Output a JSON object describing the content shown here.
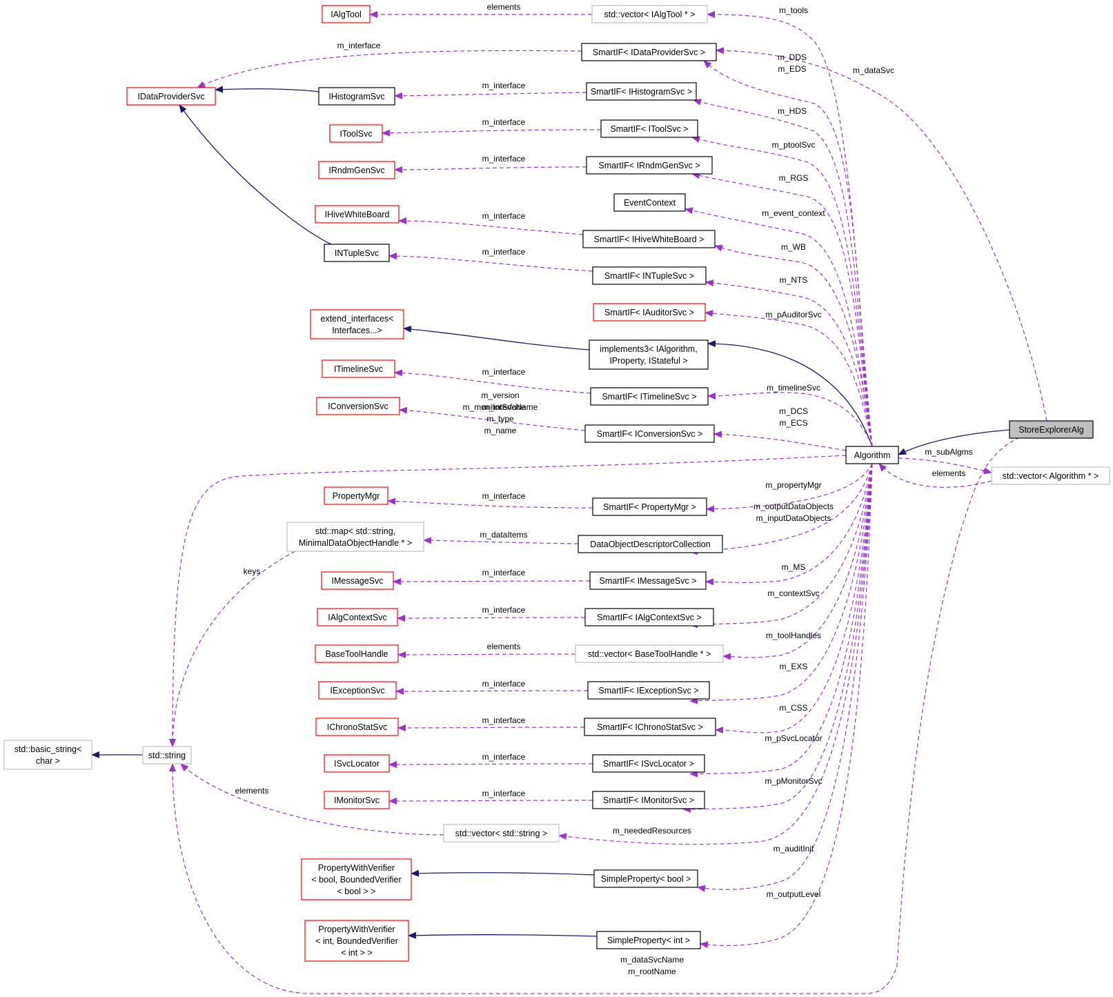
{
  "colors": {
    "red_border": "#ff0000",
    "gray_border": "#bfbfbf",
    "black_border": "#000000",
    "focus_fill": "#bfbfbf",
    "inheritance": "#191970",
    "usage": "#9a32cd"
  },
  "nodes": [
    {
      "id": "IAlgTool",
      "lines": [
        "IAlgTool"
      ],
      "border": "red"
    },
    {
      "id": "vecIAlgTool",
      "lines": [
        "std::vector< IAlgTool * >"
      ],
      "border": "gray"
    },
    {
      "id": "SmartIDP",
      "lines": [
        "SmartIF< IDataProviderSvc >"
      ],
      "border": "black"
    },
    {
      "id": "IDataProviderSvc",
      "lines": [
        "IDataProviderSvc"
      ],
      "border": "red"
    },
    {
      "id": "IHistogramSvc",
      "lines": [
        "IHistogramSvc"
      ],
      "border": "black"
    },
    {
      "id": "SmartIHisto",
      "lines": [
        "SmartIF< IHistogramSvc >"
      ],
      "border": "black"
    },
    {
      "id": "IToolSvc",
      "lines": [
        "IToolSvc"
      ],
      "border": "red"
    },
    {
      "id": "SmartITool",
      "lines": [
        "SmartIF< IToolSvc >"
      ],
      "border": "black"
    },
    {
      "id": "IRndmGenSvc",
      "lines": [
        "IRndmGenSvc"
      ],
      "border": "red"
    },
    {
      "id": "SmartIRndm",
      "lines": [
        "SmartIF< IRndmGenSvc >"
      ],
      "border": "black"
    },
    {
      "id": "EventContext",
      "lines": [
        "EventContext"
      ],
      "border": "black"
    },
    {
      "id": "IHiveWhiteBoard",
      "lines": [
        "IHiveWhiteBoard"
      ],
      "border": "red"
    },
    {
      "id": "SmartIHive",
      "lines": [
        "SmartIF< IHiveWhiteBoard >"
      ],
      "border": "black"
    },
    {
      "id": "INTupleSvc",
      "lines": [
        "INTupleSvc"
      ],
      "border": "black"
    },
    {
      "id": "SmartINT",
      "lines": [
        "SmartIF< INTupleSvc >"
      ],
      "border": "black"
    },
    {
      "id": "SmartIAud",
      "lines": [
        "SmartIF< IAuditorSvc >"
      ],
      "border": "red"
    },
    {
      "id": "extend",
      "lines": [
        "extend_interfaces<",
        "Interfaces...>"
      ],
      "border": "red"
    },
    {
      "id": "impl3",
      "lines": [
        "implements3< IAlgorithm,",
        "IProperty, IStateful >"
      ],
      "border": "black"
    },
    {
      "id": "ITimelineSvc",
      "lines": [
        "ITimelineSvc"
      ],
      "border": "red"
    },
    {
      "id": "SmartITime",
      "lines": [
        "SmartIF< ITimelineSvc >"
      ],
      "border": "black"
    },
    {
      "id": "IConversionSvc",
      "lines": [
        "IConversionSvc"
      ],
      "border": "red"
    },
    {
      "id": "SmartIConv",
      "lines": [
        "SmartIF< IConversionSvc >"
      ],
      "border": "black"
    },
    {
      "id": "Algorithm",
      "lines": [
        "Algorithm"
      ],
      "border": "black"
    },
    {
      "id": "StoreExplorerAlg",
      "lines": [
        "StoreExplorerAlg"
      ],
      "border": "black",
      "focus": true
    },
    {
      "id": "vecAlgorithm",
      "lines": [
        "std::vector< Algorithm * >"
      ],
      "border": "gray"
    },
    {
      "id": "PropertyMgr",
      "lines": [
        "PropertyMgr"
      ],
      "border": "red"
    },
    {
      "id": "SmartPMgr",
      "lines": [
        "SmartIF< PropertyMgr >"
      ],
      "border": "black"
    },
    {
      "id": "stdmap",
      "lines": [
        "std::map< std::string,",
        "MinimalDataObjectHandle * >"
      ],
      "border": "gray"
    },
    {
      "id": "DODC",
      "lines": [
        "DataObjectDescriptorCollection"
      ],
      "border": "black"
    },
    {
      "id": "IMessageSvc",
      "lines": [
        "IMessageSvc"
      ],
      "border": "red"
    },
    {
      "id": "SmartIMsg",
      "lines": [
        "SmartIF< IMessageSvc >"
      ],
      "border": "black"
    },
    {
      "id": "IAlgContextSvc",
      "lines": [
        "IAlgContextSvc"
      ],
      "border": "red"
    },
    {
      "id": "SmartIAlgCtx",
      "lines": [
        "SmartIF< IAlgContextSvc >"
      ],
      "border": "black"
    },
    {
      "id": "BaseToolHandle",
      "lines": [
        "BaseToolHandle"
      ],
      "border": "red"
    },
    {
      "id": "vecBTH",
      "lines": [
        "std::vector< BaseToolHandle * >"
      ],
      "border": "gray"
    },
    {
      "id": "IExceptionSvc",
      "lines": [
        "IExceptionSvc"
      ],
      "border": "red"
    },
    {
      "id": "SmartIExc",
      "lines": [
        "SmartIF< IExceptionSvc >"
      ],
      "border": "black"
    },
    {
      "id": "basicstring",
      "lines": [
        "std::basic_string<",
        "char >"
      ],
      "border": "gray"
    },
    {
      "id": "stdstring",
      "lines": [
        "std::string"
      ],
      "border": "gray"
    },
    {
      "id": "IChronoStatSvc",
      "lines": [
        "IChronoStatSvc"
      ],
      "border": "red"
    },
    {
      "id": "SmartIChrono",
      "lines": [
        "SmartIF< IChronoStatSvc >"
      ],
      "border": "black"
    },
    {
      "id": "ISvcLocator",
      "lines": [
        "ISvcLocator"
      ],
      "border": "red"
    },
    {
      "id": "SmartISvcLoc",
      "lines": [
        "SmartIF< ISvcLocator >"
      ],
      "border": "black"
    },
    {
      "id": "IMonitorSvc",
      "lines": [
        "IMonitorSvc"
      ],
      "border": "red"
    },
    {
      "id": "SmartIMon",
      "lines": [
        "SmartIF< IMonitorSvc >"
      ],
      "border": "black"
    },
    {
      "id": "vecString",
      "lines": [
        "std::vector< std::string >"
      ],
      "border": "gray"
    },
    {
      "id": "PWVbool",
      "lines": [
        "PropertyWithVerifier",
        "< bool, BoundedVerifier",
        "< bool > >"
      ],
      "border": "red"
    },
    {
      "id": "SPbool",
      "lines": [
        "SimpleProperty< bool >"
      ],
      "border": "black"
    },
    {
      "id": "PWVint",
      "lines": [
        "PropertyWithVerifier",
        "< int, BoundedVerifier",
        "< int > >"
      ],
      "border": "red"
    },
    {
      "id": "SPint",
      "lines": [
        "SimpleProperty< int >"
      ],
      "border": "black"
    }
  ],
  "edges": [
    {
      "from": "Algorithm",
      "to": "impl3",
      "kind": "inheritance",
      "label": []
    },
    {
      "from": "StoreExplorerAlg",
      "to": "Algorithm",
      "kind": "inheritance",
      "label": []
    },
    {
      "from": "impl3",
      "to": "extend",
      "kind": "inheritance",
      "label": []
    },
    {
      "from": "IHistogramSvc",
      "to": "IDataProviderSvc",
      "kind": "inheritance",
      "label": []
    },
    {
      "from": "INTupleSvc",
      "to": "IDataProviderSvc",
      "kind": "inheritance",
      "label": []
    },
    {
      "from": "basicstring",
      "to": "stdstring",
      "kind": "inheritance",
      "label": []
    },
    {
      "from": "SPbool",
      "to": "PWVbool",
      "kind": "inheritance",
      "label": []
    },
    {
      "from": "SPint",
      "to": "PWVint",
      "kind": "inheritance",
      "label": []
    },
    {
      "from": "vecIAlgTool",
      "to": "IAlgTool",
      "kind": "usage",
      "label": [
        "elements"
      ]
    },
    {
      "from": "SmartIDP",
      "to": "IDataProviderSvc",
      "kind": "usage",
      "label": [
        "m_interface"
      ]
    },
    {
      "from": "SmartIHisto",
      "to": "IHistogramSvc",
      "kind": "usage",
      "label": [
        "m_interface"
      ]
    },
    {
      "from": "SmartITool",
      "to": "IToolSvc",
      "kind": "usage",
      "label": [
        "m_interface"
      ]
    },
    {
      "from": "SmartIRndm",
      "to": "IRndmGenSvc",
      "kind": "usage",
      "label": [
        "m_interface"
      ]
    },
    {
      "from": "SmartIHive",
      "to": "IHiveWhiteBoard",
      "kind": "usage",
      "label": [
        "m_interface"
      ]
    },
    {
      "from": "SmartINT",
      "to": "INTupleSvc",
      "kind": "usage",
      "label": [
        "m_interface"
      ]
    },
    {
      "from": "SmartITime",
      "to": "ITimelineSvc",
      "kind": "usage",
      "label": [
        "m_interface"
      ]
    },
    {
      "from": "SmartIConv",
      "to": "IConversionSvc",
      "kind": "usage",
      "label": [
        "m_interface"
      ]
    },
    {
      "from": "SmartPMgr",
      "to": "PropertyMgr",
      "kind": "usage",
      "label": [
        "m_interface"
      ]
    },
    {
      "from": "DODC",
      "to": "stdmap",
      "kind": "usage",
      "label": [
        "m_dataItems"
      ]
    },
    {
      "from": "SmartIMsg",
      "to": "IMessageSvc",
      "kind": "usage",
      "label": [
        "m_interface"
      ]
    },
    {
      "from": "SmartIAlgCtx",
      "to": "IAlgContextSvc",
      "kind": "usage",
      "label": [
        "m_interface"
      ]
    },
    {
      "from": "vecBTH",
      "to": "BaseToolHandle",
      "kind": "usage",
      "label": [
        "elements"
      ]
    },
    {
      "from": "SmartIExc",
      "to": "IExceptionSvc",
      "kind": "usage",
      "label": [
        "m_interface"
      ]
    },
    {
      "from": "SmartIChrono",
      "to": "IChronoStatSvc",
      "kind": "usage",
      "label": [
        "m_interface"
      ]
    },
    {
      "from": "SmartISvcLoc",
      "to": "ISvcLocator",
      "kind": "usage",
      "label": [
        "m_interface"
      ]
    },
    {
      "from": "SmartIMon",
      "to": "IMonitorSvc",
      "kind": "usage",
      "label": [
        "m_interface"
      ]
    },
    {
      "from": "stdmap",
      "to": "stdstring",
      "kind": "usage",
      "label": [
        "keys"
      ]
    },
    {
      "from": "vecString",
      "to": "stdstring",
      "kind": "usage",
      "label": [
        "elements"
      ]
    },
    {
      "from": "Algorithm",
      "to": "stdstring",
      "kind": "usage",
      "label": [
        "m_version",
        "m_monitorSvcName",
        "m_type",
        "m_name"
      ]
    },
    {
      "from": "StoreExplorerAlg",
      "to": "stdstring",
      "kind": "usage",
      "label": [
        "m_dataSvcName",
        "m_rootName"
      ]
    },
    {
      "from": "StoreExplorerAlg",
      "to": "SmartIDP",
      "kind": "usage",
      "label": [
        "m_dataSvc"
      ]
    },
    {
      "from": "Algorithm",
      "to": "vecIAlgTool",
      "kind": "usage",
      "label": [
        "m_tools"
      ]
    },
    {
      "from": "Algorithm",
      "to": "SmartIDP",
      "kind": "usage",
      "label": [
        "m_DDS",
        "m_EDS"
      ]
    },
    {
      "from": "Algorithm",
      "to": "SmartIHisto",
      "kind": "usage",
      "label": [
        "m_HDS"
      ]
    },
    {
      "from": "Algorithm",
      "to": "SmartITool",
      "kind": "usage",
      "label": [
        "m_ptoolSvc"
      ]
    },
    {
      "from": "Algorithm",
      "to": "SmartIRndm",
      "kind": "usage",
      "label": [
        "m_RGS"
      ]
    },
    {
      "from": "Algorithm",
      "to": "EventContext",
      "kind": "usage",
      "label": [
        "m_event_context"
      ]
    },
    {
      "from": "Algorithm",
      "to": "SmartIHive",
      "kind": "usage",
      "label": [
        "m_WB"
      ]
    },
    {
      "from": "Algorithm",
      "to": "SmartINT",
      "kind": "usage",
      "label": [
        "m_NTS"
      ]
    },
    {
      "from": "Algorithm",
      "to": "SmartIAud",
      "kind": "usage",
      "label": [
        "m_pAuditorSvc"
      ]
    },
    {
      "from": "Algorithm",
      "to": "SmartITime",
      "kind": "usage",
      "label": [
        "m_timelineSvc"
      ]
    },
    {
      "from": "Algorithm",
      "to": "SmartIConv",
      "kind": "usage",
      "label": [
        "m_DCS",
        "m_ECS"
      ]
    },
    {
      "from": "Algorithm",
      "to": "vecAlgorithm",
      "kind": "usage",
      "label": [
        "m_subAlgms"
      ]
    },
    {
      "from": "vecAlgorithm",
      "to": "Algorithm",
      "kind": "usage",
      "label": [
        "elements"
      ]
    },
    {
      "from": "Algorithm",
      "to": "SmartPMgr",
      "kind": "usage",
      "label": [
        "m_propertyMgr"
      ]
    },
    {
      "from": "Algorithm",
      "to": "DODC",
      "kind": "usage",
      "label": [
        "m_outputDataObjects",
        "m_inputDataObjects"
      ]
    },
    {
      "from": "Algorithm",
      "to": "SmartIMsg",
      "kind": "usage",
      "label": [
        "m_MS"
      ]
    },
    {
      "from": "Algorithm",
      "to": "SmartIAlgCtx",
      "kind": "usage",
      "label": [
        "m_contextSvc"
      ]
    },
    {
      "from": "Algorithm",
      "to": "vecBTH",
      "kind": "usage",
      "label": [
        "m_toolHandles"
      ]
    },
    {
      "from": "Algorithm",
      "to": "SmartIExc",
      "kind": "usage",
      "label": [
        "m_EXS"
      ]
    },
    {
      "from": "Algorithm",
      "to": "SmartIChrono",
      "kind": "usage",
      "label": [
        "m_CSS"
      ]
    },
    {
      "from": "Algorithm",
      "to": "SmartISvcLoc",
      "kind": "usage",
      "label": [
        "m_pSvcLocator"
      ]
    },
    {
      "from": "Algorithm",
      "to": "SmartIMon",
      "kind": "usage",
      "label": [
        "m_pMonitorSvc"
      ]
    },
    {
      "from": "Algorithm",
      "to": "vecString",
      "kind": "usage",
      "label": [
        "m_neededResources"
      ]
    },
    {
      "from": "Algorithm",
      "to": "SPbool",
      "kind": "usage",
      "label": [
        "m_auditInit"
      ]
    },
    {
      "from": "Algorithm",
      "to": "SPint",
      "kind": "usage",
      "label": [
        "m_outputLevel"
      ]
    }
  ]
}
